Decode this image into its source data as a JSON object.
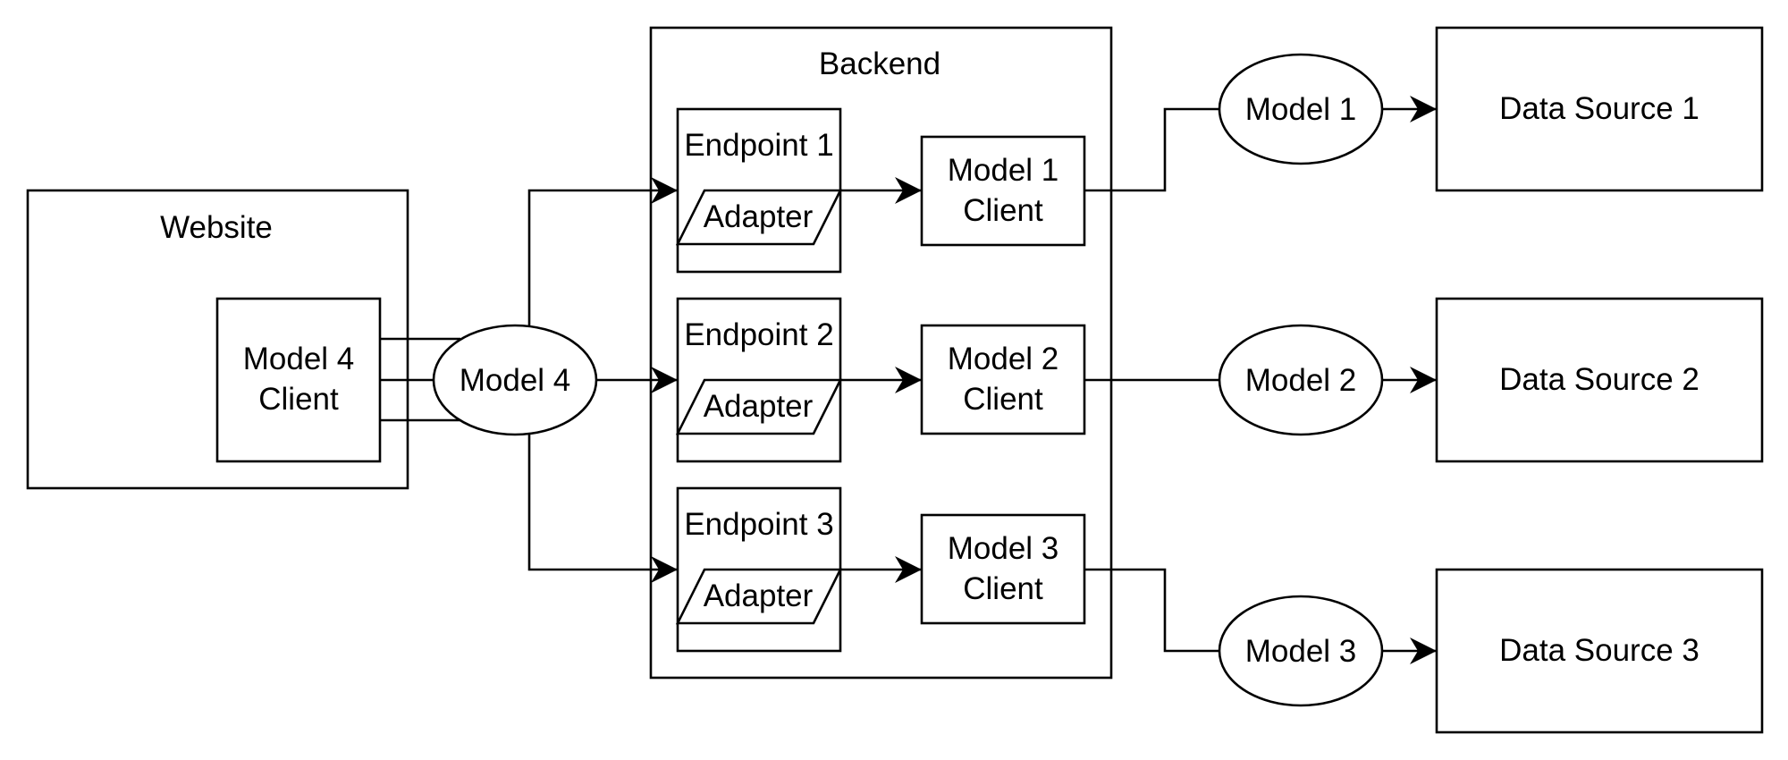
{
  "diagram": {
    "website": {
      "title": "Website"
    },
    "backend": {
      "title": "Backend"
    },
    "model4_client": {
      "line1": "Model 4",
      "line2": "Client"
    },
    "model4": {
      "label": "Model 4"
    },
    "endpoints": [
      {
        "label": "Endpoint 1",
        "adapter": "Adapter"
      },
      {
        "label": "Endpoint 2",
        "adapter": "Adapter"
      },
      {
        "label": "Endpoint 3",
        "adapter": "Adapter"
      }
    ],
    "model_clients": [
      {
        "line1": "Model 1",
        "line2": "Client"
      },
      {
        "line1": "Model 2",
        "line2": "Client"
      },
      {
        "line1": "Model 3",
        "line2": "Client"
      }
    ],
    "models": [
      {
        "label": "Model 1"
      },
      {
        "label": "Model 2"
      },
      {
        "label": "Model 3"
      }
    ],
    "data_sources": [
      {
        "label": "Data Source 1"
      },
      {
        "label": "Data Source 2"
      },
      {
        "label": "Data Source 3"
      }
    ]
  }
}
